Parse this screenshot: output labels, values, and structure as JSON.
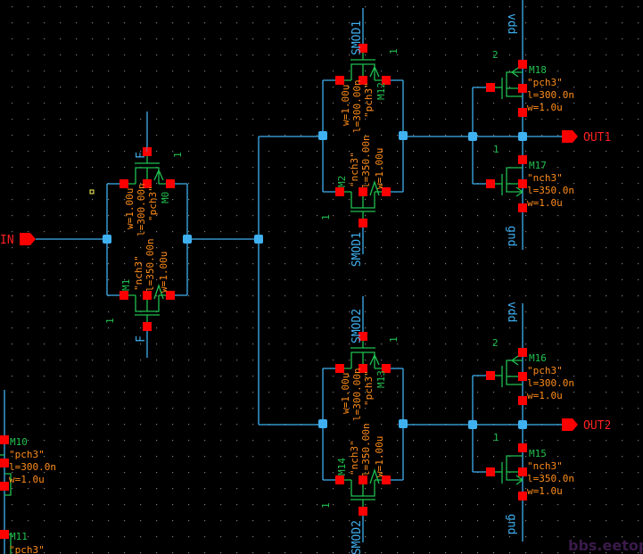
{
  "pins": {
    "input": "IN",
    "output1": "OUT1",
    "output2": "OUT2"
  },
  "transmission_gates": [
    {
      "top_net": "F_",
      "bottom_net": "F",
      "top_mult": "1",
      "bottom_mult": "1",
      "pmos": {
        "name": "M0",
        "model": "\"pch3\"",
        "l": "l=300.00n",
        "w": "w=1.00u"
      },
      "nmos": {
        "name": "M1",
        "model": "\"nch3\"",
        "l": "l=350.00n",
        "w": "w=1.00u"
      }
    },
    {
      "top_net": "SMOD1_",
      "bottom_net": "SMOD1",
      "top_mult": "1",
      "bottom_mult": "1",
      "pmos": {
        "name": "M12",
        "model": "\"pch3\"",
        "l": "l=300.00n",
        "w": "w=1.00u"
      },
      "nmos": {
        "name": "M2",
        "model": "\"nch3\"",
        "l": "l=350.00n",
        "w": "w=1.00u"
      }
    },
    {
      "top_net": "SMOD2_",
      "bottom_net": "SMOD2",
      "top_mult": "1",
      "bottom_mult": "1",
      "pmos": {
        "name": "M13",
        "model": "\"pch3\"",
        "l": "l=300.00n",
        "w": "w=1.00u"
      },
      "nmos": {
        "name": "M14",
        "model": "\"nch3\"",
        "l": "l=350.00n",
        "w": "w=1.00u"
      }
    }
  ],
  "inverters": [
    {
      "supply": "vdd",
      "ground": "gnd",
      "pmos_mult": "2",
      "nmos_mult": "1",
      "pmos": {
        "name": "M18",
        "model": "\"pch3\"",
        "l": "l=300.0n",
        "w": "w=1.0u"
      },
      "nmos": {
        "name": "M17",
        "model": "\"nch3\"",
        "l": "l=350.0n",
        "w": "w=1.0u"
      }
    },
    {
      "supply": "vdd",
      "ground": "gnd",
      "pmos_mult": "2",
      "nmos_mult": "1",
      "pmos": {
        "name": "M16",
        "model": "\"pch3\"",
        "l": "l=300.0n",
        "w": "w=1.0u"
      },
      "nmos": {
        "name": "M15",
        "model": "\"nch3\"",
        "l": "l=350.0n",
        "w": "w=1.0u"
      }
    }
  ],
  "partial_devices": [
    {
      "name": "M10",
      "model": "\"pch3\"",
      "l": "l=300.0n",
      "w": "w=1.0u"
    },
    {
      "name": "M11",
      "model": "\"pch3\""
    }
  ],
  "watermark": "bbs.eetop.cn",
  "colors": {
    "background": "#000000",
    "wire": "#3fb0f0",
    "device": "#20c050",
    "pin_square": "#ff0000",
    "parameter_text": "#ff8c1a",
    "grid_dot": "#7a7a7a"
  }
}
